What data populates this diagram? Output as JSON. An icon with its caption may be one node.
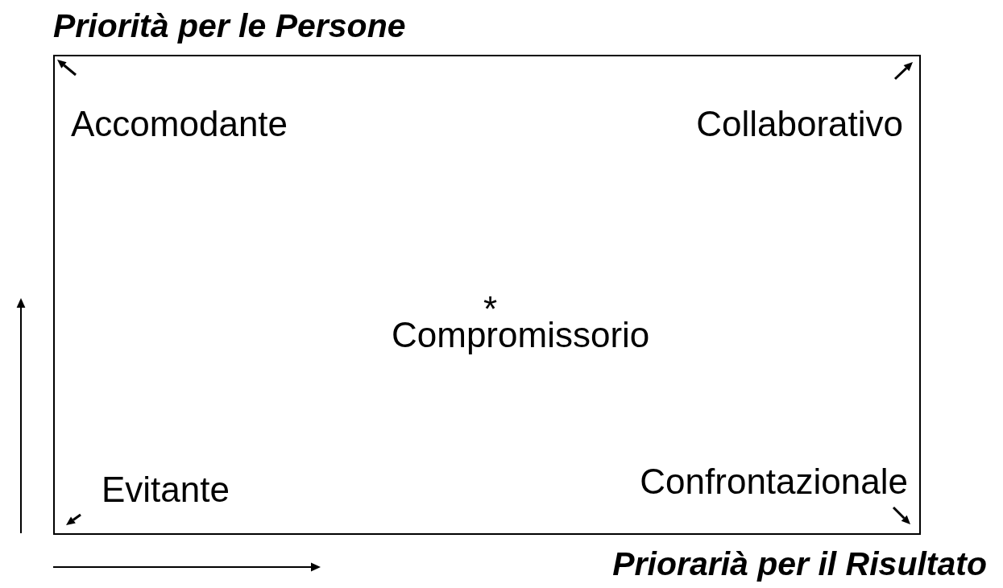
{
  "diagram": {
    "nodes": [
      {
        "text": [
          "Accomodante",
          "Collaborativo",
          "*",
          "Compromissorio",
          "Evitante",
          "Confrontazionale"
        ]
      }
    ],
    "labels": [
      "Priorità per le Persone",
      "Priorarià per il Risultato"
    ]
  }
}
